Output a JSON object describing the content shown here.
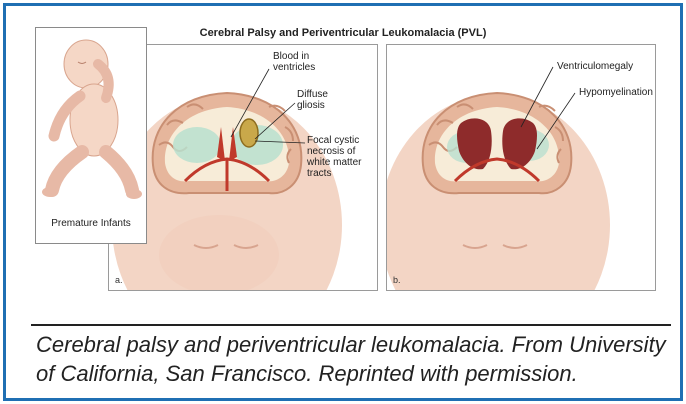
{
  "figure": {
    "title": "Cerebral Palsy and Periventricular Leukomalacia (PVL)",
    "infant_label": "Premature Infants",
    "panel_a": {
      "letter": "a.",
      "callouts": [
        {
          "text": "Blood in\nventricles"
        },
        {
          "text": "Diffuse\ngliosis"
        },
        {
          "text": "Focal cystic\nnecrosis of\nwhite matter\ntracts"
        }
      ]
    },
    "panel_b": {
      "letter": "b.",
      "callouts": [
        {
          "text": "Ventriculomegaly"
        },
        {
          "text": "Hypomyelination"
        }
      ]
    }
  },
  "caption": "Cerebral palsy and periventricular leukomalacia. From University of California, San Francisco. Reprinted with permission.",
  "colors": {
    "frame_border": "#1f6fb3",
    "skin": "#f5d7c6",
    "brain_cortex": "#e8b49a",
    "vessel": "#c0392b",
    "gliosis": "#b9e0cf",
    "necrosis": "#c9a84a",
    "enlarged_ventricle": "#8e2b2b"
  }
}
